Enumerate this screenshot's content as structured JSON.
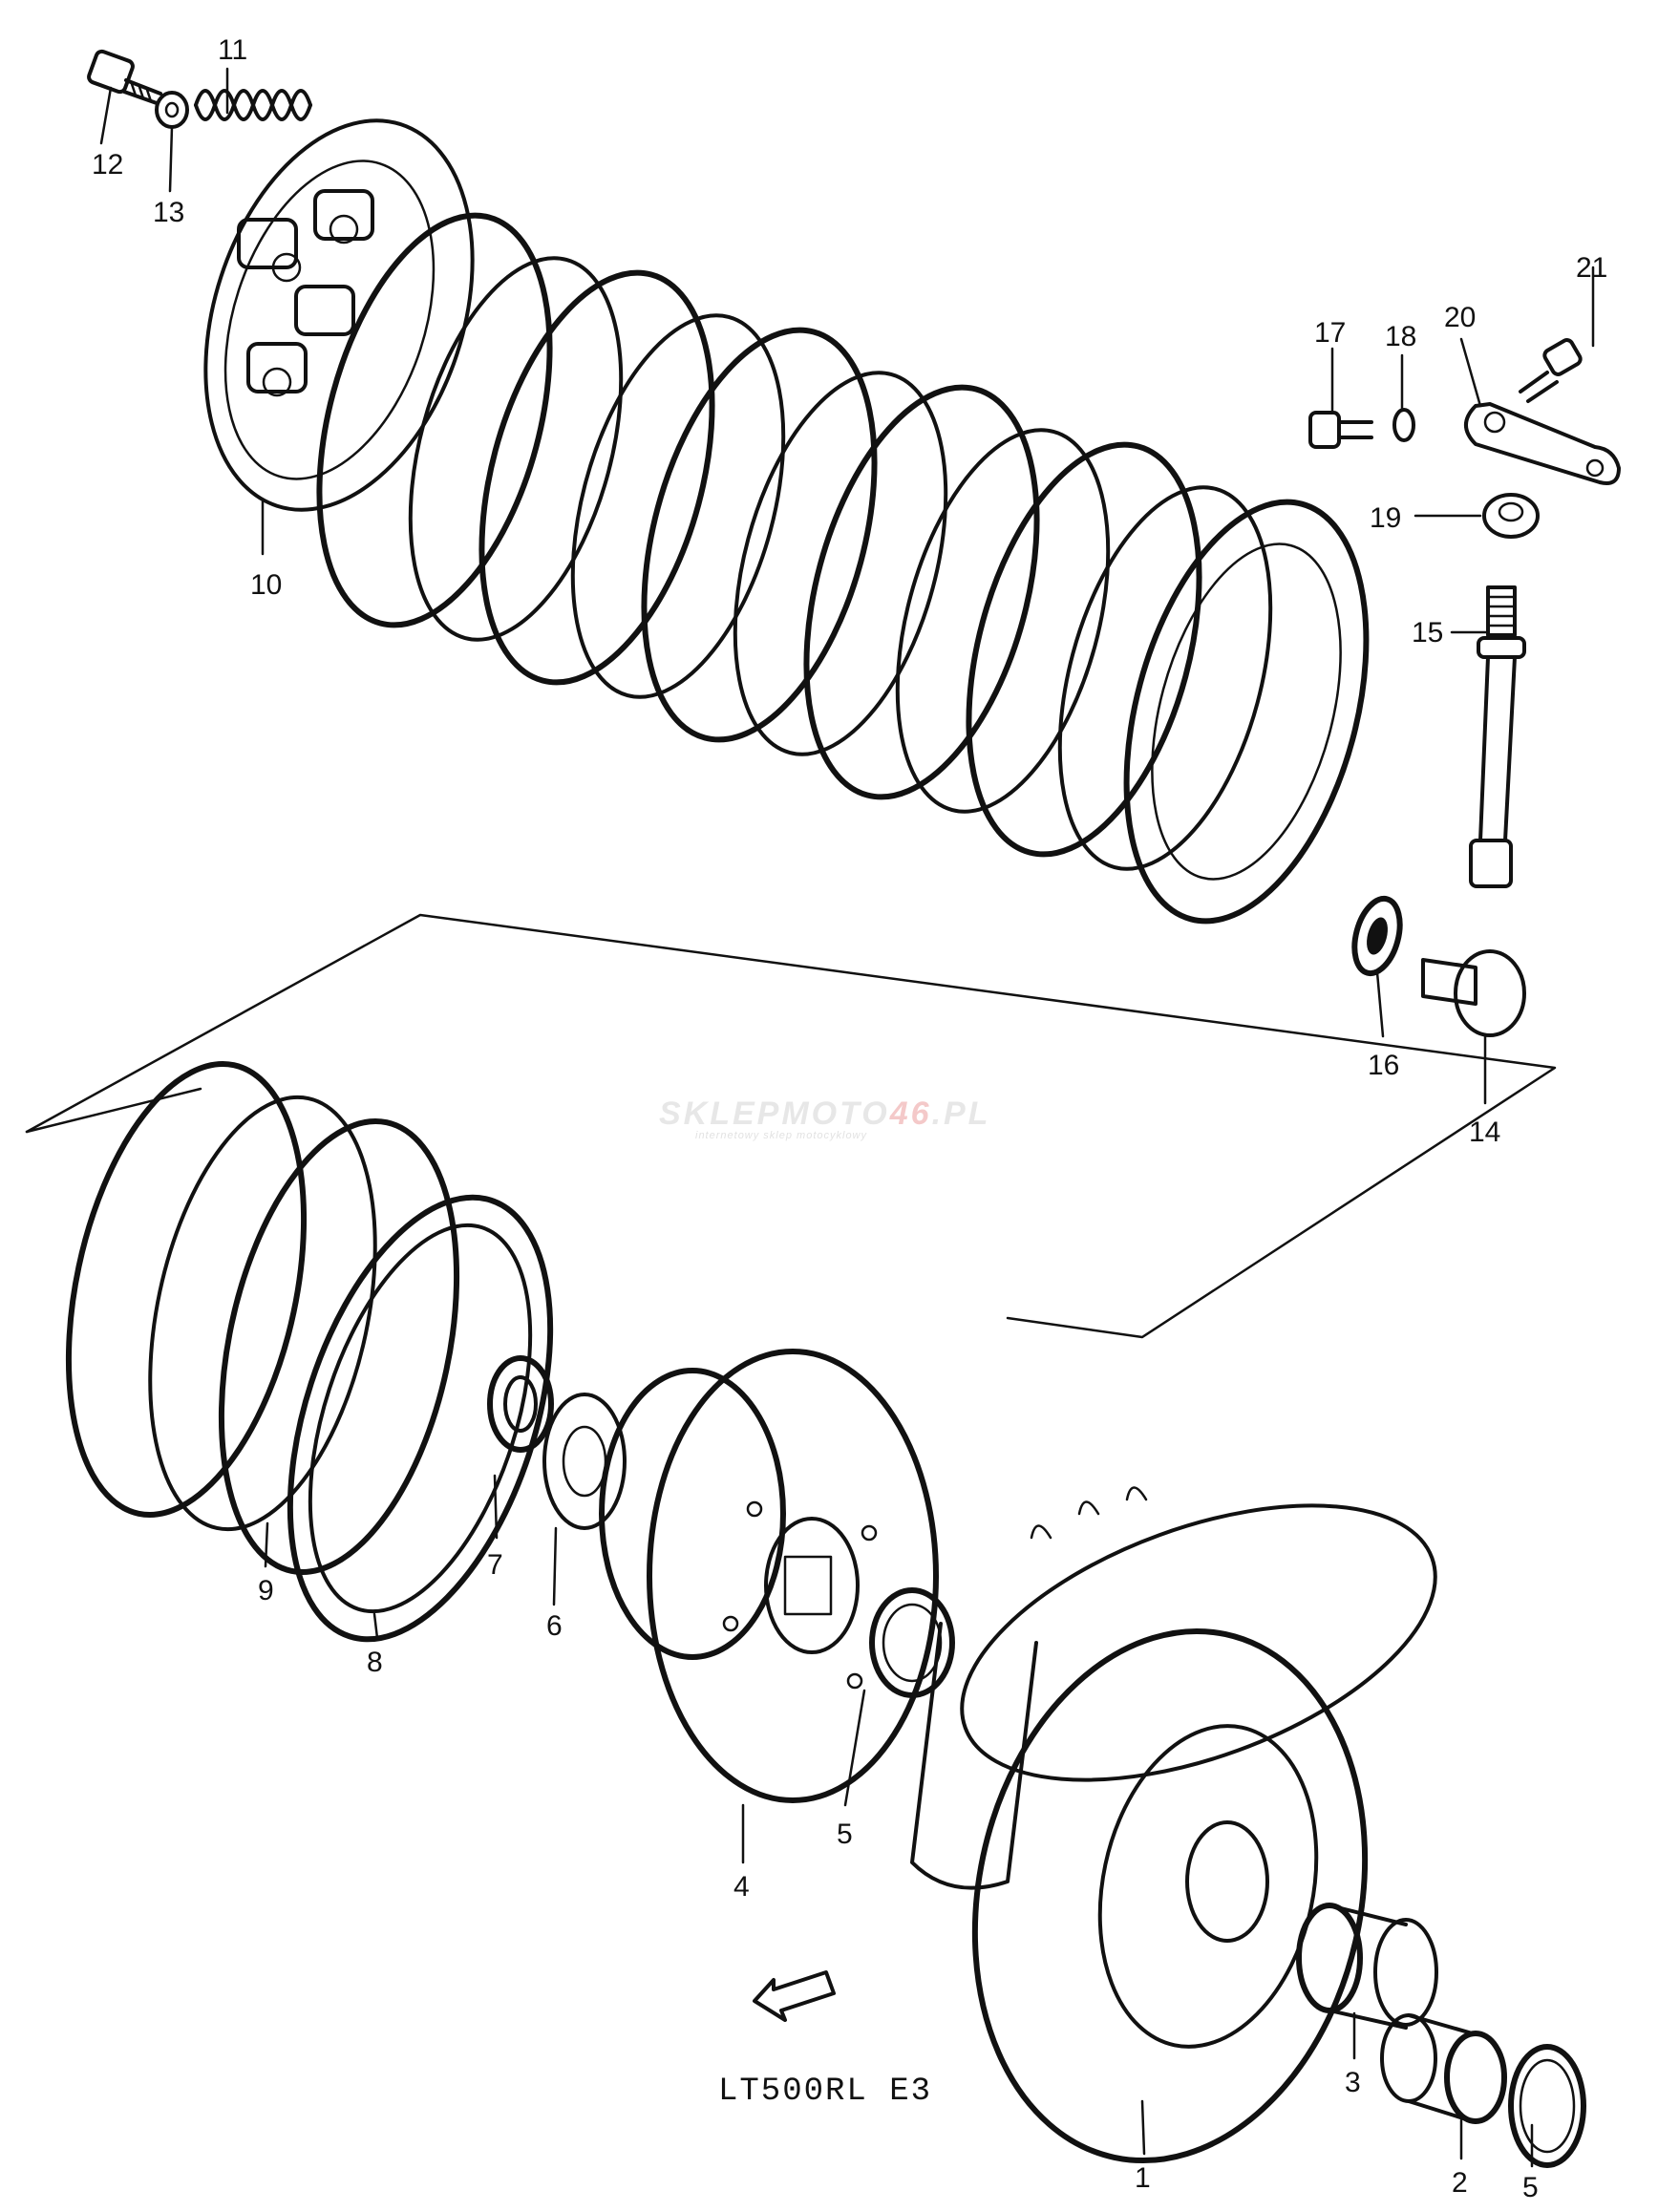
{
  "diagram": {
    "model_label": "LT500RL E3",
    "watermark": {
      "brand_main": "SKLEPMOTO",
      "brand_accent": "46",
      "brand_suffix": ".PL",
      "tagline": "internetowy sklep motocyklowy"
    },
    "callouts": [
      {
        "id": "1",
        "label": "1"
      },
      {
        "id": "2",
        "label": "2"
      },
      {
        "id": "3",
        "label": "3"
      },
      {
        "id": "4",
        "label": "4"
      },
      {
        "id": "5a",
        "label": "5"
      },
      {
        "id": "5b",
        "label": "5"
      },
      {
        "id": "6",
        "label": "6"
      },
      {
        "id": "7",
        "label": "7"
      },
      {
        "id": "8",
        "label": "8"
      },
      {
        "id": "9",
        "label": "9"
      },
      {
        "id": "10",
        "label": "10"
      },
      {
        "id": "11",
        "label": "11"
      },
      {
        "id": "12",
        "label": "12"
      },
      {
        "id": "13",
        "label": "13"
      },
      {
        "id": "14",
        "label": "14"
      },
      {
        "id": "15",
        "label": "15"
      },
      {
        "id": "16",
        "label": "16"
      },
      {
        "id": "17",
        "label": "17"
      },
      {
        "id": "18",
        "label": "18"
      },
      {
        "id": "19",
        "label": "19"
      },
      {
        "id": "20",
        "label": "20"
      },
      {
        "id": "21",
        "label": "21"
      }
    ]
  }
}
